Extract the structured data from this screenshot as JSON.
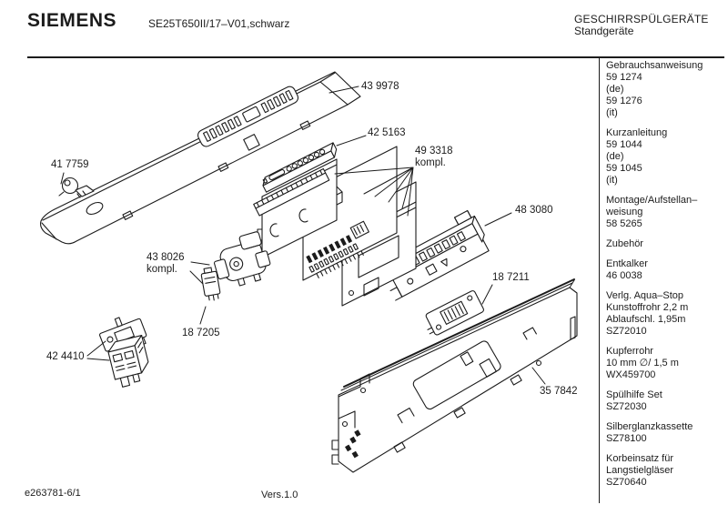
{
  "header": {
    "brand": "SIEMENS",
    "model": "SE25T650II/17–V01,schwarz",
    "product_line": "GESCHIRRSPÜLGERÄTE",
    "product_type": "Standgeräte"
  },
  "sidebar": {
    "groups": [
      {
        "lines": [
          "Gebrauchsanweisung",
          "59 1274",
          "(de)",
          "59 1276",
          "(it)"
        ]
      },
      {
        "lines": [
          "Kurzanleitung",
          "59 1044",
          "(de)",
          "59 1045",
          "(it)"
        ]
      },
      {
        "lines": [
          "Montage/Aufstellan–",
          "weisung",
          "58 5265"
        ]
      },
      {
        "lines": [
          "Zubehör"
        ]
      },
      {
        "lines": [
          "Entkalker",
          "46 0038"
        ]
      },
      {
        "lines": [
          "Verlg. Aqua–Stop",
          "Kunstoffrohr 2,2 m",
          "Ablaufschl. 1,95m",
          "SZ72010"
        ]
      },
      {
        "lines": [
          "Kupferrohr",
          "10 mm ∅/ 1,5 m",
          "WX459700"
        ]
      },
      {
        "lines": [
          "Spülhilfe Set",
          "SZ72030"
        ]
      },
      {
        "lines": [
          "Silberglanzkassette",
          "SZ78100"
        ]
      },
      {
        "lines": [
          "Korbeinsatz für",
          "Langstielgläser",
          "SZ70640"
        ]
      }
    ]
  },
  "diagram": {
    "parts": [
      {
        "number": "43 9978",
        "suffix": ""
      },
      {
        "number": "42 5163",
        "suffix": ""
      },
      {
        "number": "49 3318",
        "suffix": "kompl."
      },
      {
        "number": "41 7759",
        "suffix": ""
      },
      {
        "number": "48 3080",
        "suffix": ""
      },
      {
        "number": "43 8026",
        "suffix": "kompl."
      },
      {
        "number": "18 7211",
        "suffix": ""
      },
      {
        "number": "18 7205",
        "suffix": ""
      },
      {
        "number": "42 4410",
        "suffix": ""
      },
      {
        "number": "35 7842",
        "suffix": ""
      }
    ]
  },
  "footer": {
    "document_id": "e263781-6/1",
    "version": "Vers.1.0"
  },
  "colors": {
    "ink": "#1c1c1c",
    "paper": "#ffffff"
  }
}
